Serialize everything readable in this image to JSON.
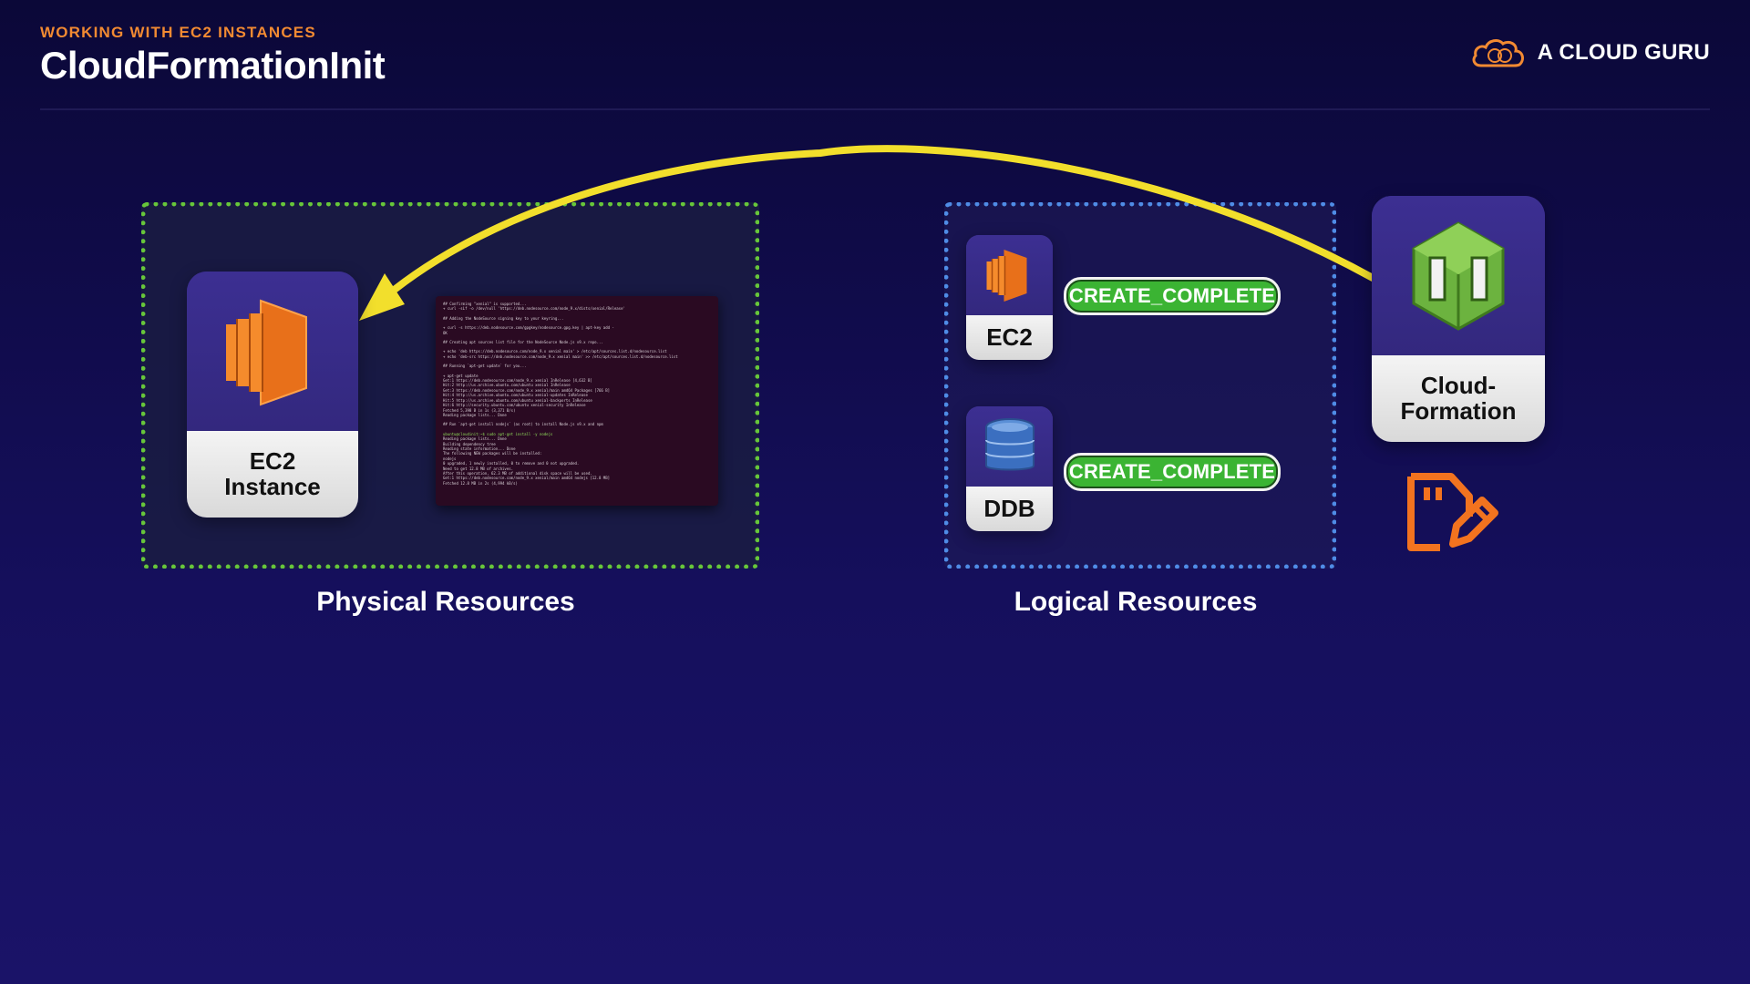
{
  "header": {
    "eyebrow": "WORKING WITH EC2 INSTANCES",
    "title": "CloudFormationInit",
    "brand": "A CLOUD GURU"
  },
  "physical": {
    "caption": "Physical Resources",
    "ec2_card": {
      "line1": "EC2",
      "line2": "Instance"
    }
  },
  "logical": {
    "caption": "Logical Resources",
    "ec2": {
      "label": "EC2",
      "status": "CREATE_COMPLETE"
    },
    "ddb": {
      "label": "DDB",
      "status": "CREATE_COMPLETE"
    }
  },
  "cloudformation": {
    "line1": "Cloud-",
    "line2": "Formation"
  },
  "colors": {
    "background": "#110c4a",
    "accent_orange": "#f28a32",
    "arrow_yellow": "#f2df2c",
    "physical_border": "#67c63a",
    "logical_border": "#4f8ce6",
    "status_green": "#3bb433"
  },
  "icons": [
    "cloud-logo-icon",
    "ec2-icon",
    "dynamodb-icon",
    "cloudformation-icon",
    "edit-document-icon"
  ]
}
